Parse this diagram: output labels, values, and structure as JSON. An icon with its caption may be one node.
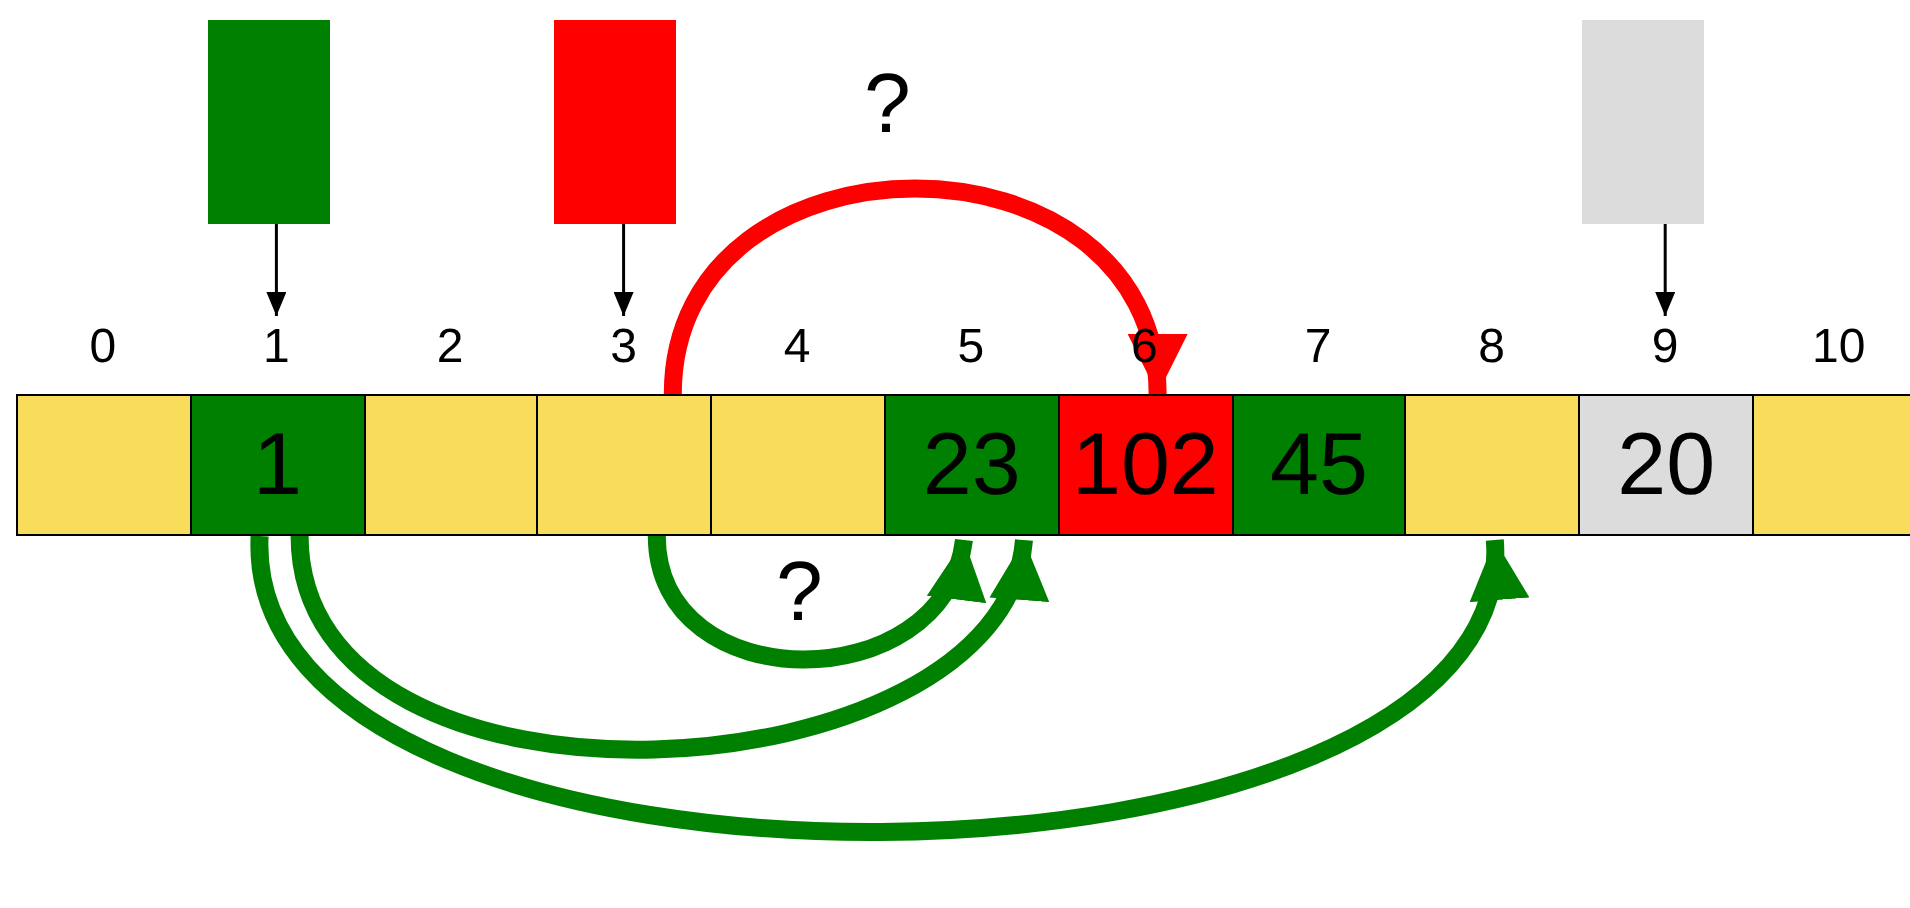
{
  "diagram": {
    "nodes": [
      {
        "text": [],
        "shape": "box"
      },
      {
        "text": [
          "1"
        ]
      },
      {
        "text": [],
        "shape": "box"
      },
      {
        "text": [],
        "shape": "box"
      },
      {
        "text": [],
        "shape": "box"
      },
      {
        "text": [
          "23"
        ]
      },
      {
        "text": [
          "102"
        ]
      },
      {
        "text": [
          "45"
        ]
      },
      {
        "text": [],
        "shape": "box"
      },
      {
        "text": [
          "20"
        ]
      },
      {
        "text": [],
        "shape": "box"
      },
      {
        "text": [],
        "shape": "bar"
      },
      {
        "text": [],
        "shape": "bar"
      },
      {
        "text": [],
        "shape": "bar"
      }
    ],
    "edges": [
      {
        "from": 11,
        "to": 1,
        "arrow": "to"
      },
      {
        "from": 12,
        "to": 3,
        "arrow": "to"
      },
      {
        "from": 13,
        "to": 9,
        "arrow": "to"
      },
      {
        "from": 3,
        "to": 6,
        "arrow": "to",
        "label": "?",
        "color": "#ff0000"
      },
      {
        "from": 3,
        "to": 5,
        "arrow": "to",
        "label": "?",
        "color": "#008000"
      },
      {
        "from": 1,
        "to": 5,
        "arrow": "to",
        "color": "#008000"
      },
      {
        "from": 1,
        "to": 8,
        "arrow": "to",
        "color": "#008000"
      }
    ],
    "labels": [
      "0",
      "1",
      "2",
      "3",
      "4",
      "5",
      "6",
      "7",
      "8",
      "9",
      "10"
    ]
  }
}
